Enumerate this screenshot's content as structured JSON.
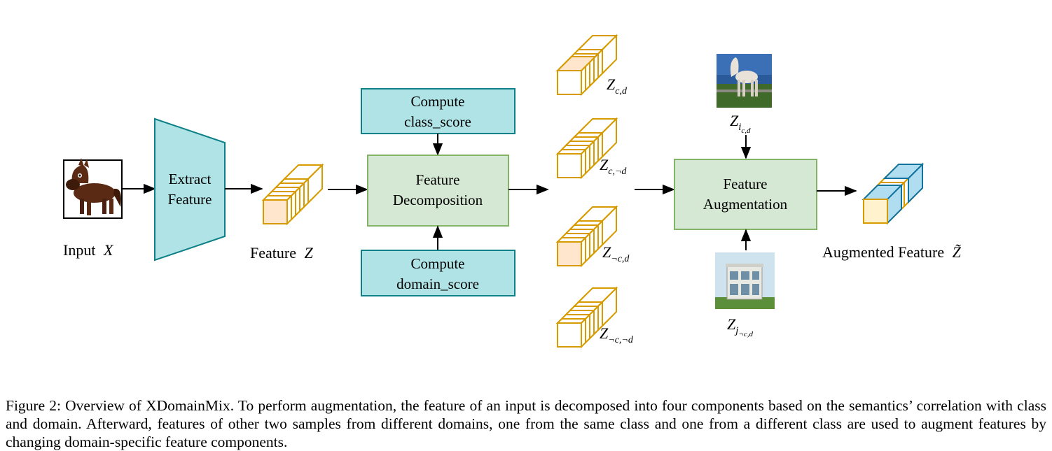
{
  "diagram": {
    "input_label": "Input",
    "input_var": "X",
    "extract_line1": "Extract",
    "extract_line2": "Feature",
    "feature_label": "Feature",
    "feature_var": "Z",
    "class_score_line1": "Compute",
    "class_score_line2": "class_score",
    "decomp_line1": "Feature",
    "decomp_line2": "Decomposition",
    "domain_score_line1": "Compute",
    "domain_score_line2": "domain_score",
    "components": [
      {
        "base": "Z",
        "sub": "c,d"
      },
      {
        "base": "Z",
        "sub": "c,¬d"
      },
      {
        "base": "Z",
        "sub": "¬c,d"
      },
      {
        "base": "Z",
        "sub": "¬c,¬d"
      }
    ],
    "sample_top": {
      "base": "Z",
      "sub": "i",
      "subsub": "c,d"
    },
    "sample_bottom": {
      "base": "Z",
      "sub": "j",
      "subsub": "¬c,d"
    },
    "aug_line1": "Feature",
    "aug_line2": "Augmentation",
    "augmented_label": "Augmented Feature",
    "augmented_var": "Z̃",
    "colors": {
      "teal_fill": "#b0e3e6",
      "teal_stroke": "#0e8088",
      "green_fill": "#d5e8d4",
      "green_stroke": "#82b366",
      "cube_stroke": "#d79b00",
      "cube_fill_light": "#ffe6cc",
      "cube_blue": "#b1ddf0",
      "cube_blue_stroke": "#10739e",
      "cube_yellow": "#fff2cc"
    }
  },
  "caption": "Figure 2: Overview of XDomainMix. To perform augmentation, the feature of an input is decomposed into four components based on the semantics’ correlation with class and domain. Afterward, features of other two samples from different domains, one from the same class and one from a different class are used to augment features by changing domain-specific feature components."
}
